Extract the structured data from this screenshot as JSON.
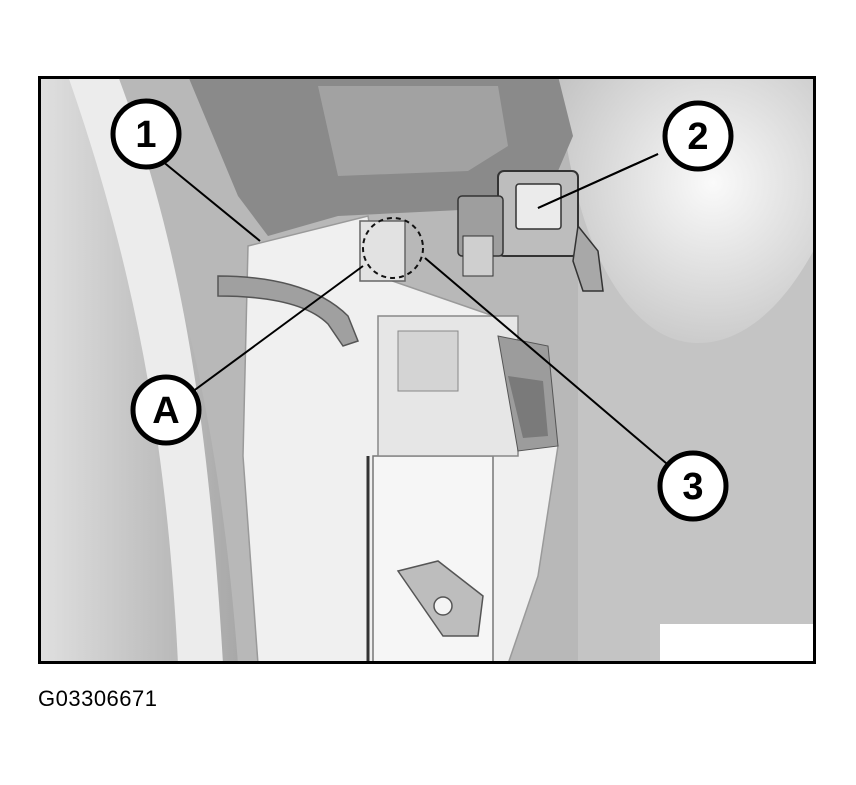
{
  "figure": {
    "callouts": [
      {
        "id": "1",
        "label": "1"
      },
      {
        "id": "2",
        "label": "2"
      },
      {
        "id": "3",
        "label": "3"
      },
      {
        "id": "A",
        "label": "A"
      }
    ],
    "caption": "G03306671"
  }
}
